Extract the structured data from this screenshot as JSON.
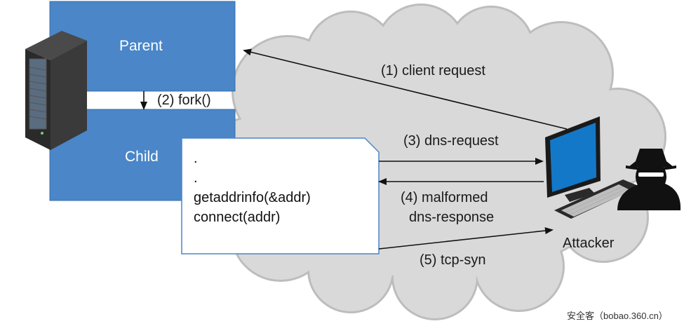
{
  "parent_label": "Parent",
  "child_label": "Child",
  "fork_label": "(2) fork()",
  "code_lines": [
    ".",
    ".",
    "getaddrinfo(&addr)",
    "connect(addr)"
  ],
  "arrows": {
    "client_request": "(1) client request",
    "dns_request": "(3) dns-request",
    "malformed_line1": "(4) malformed",
    "malformed_line2": "dns-response",
    "tcp_syn": "(5) tcp-syn"
  },
  "attacker_label": "Attacker",
  "watermark": "安全客（bobao.360.cn）",
  "colors": {
    "process_box": "#4a86c8",
    "cloud": "#d9d9d9",
    "cloud_edge": "#bdbdbd",
    "monitor_screen": "#1478c8",
    "server_body": "#2e2e2e"
  }
}
